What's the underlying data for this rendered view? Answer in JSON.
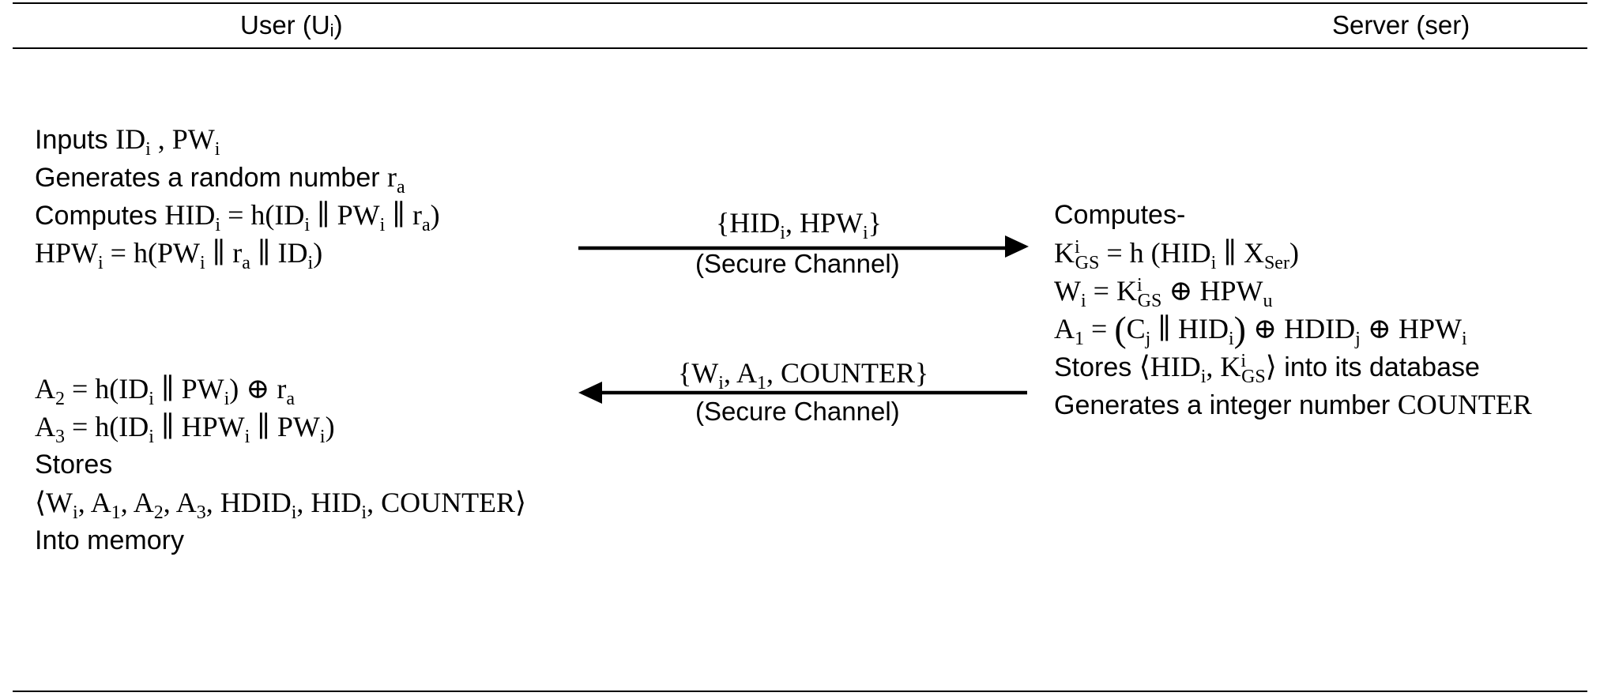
{
  "header": {
    "user_label": "User (U",
    "user_sub": "i",
    "user_close": ")",
    "server_label": "Server (ser)"
  },
  "user_block_1": {
    "l1_text": "Inputs ",
    "l1_m1": "ID",
    "l1_m1_sub": "i",
    "l1_sep": " , ",
    "l1_m2": "PW",
    "l1_m2_sub": "i",
    "l2_text": "Generates a random number ",
    "l2_m": "r",
    "l2_m_sub": "a",
    "l3_text": "Computes ",
    "l3_a": "HID",
    "l3_a_sub": "i",
    "l3_b": " = h(ID",
    "l3_b_sub": "i",
    "l3_c": " ∥ PW",
    "l3_c_sub": "i",
    "l3_d": " ∥  r",
    "l3_d_sub": "a",
    "l3_e": ")",
    "l4_a": "HPW",
    "l4_a_sub": "i",
    "l4_b": " = h(PW",
    "l4_b_sub": "i",
    "l4_c": " ∥  r",
    "l4_c_sub": "a",
    "l4_d": " ∥ ID",
    "l4_d_sub": "i",
    "l4_e": ")"
  },
  "user_block_2": {
    "l1_a": "A",
    "l1_a_sub": "2",
    "l1_b": " = h(ID",
    "l1_b_sub": "i",
    "l1_c": " ∥  PW",
    "l1_c_sub": "i",
    "l1_d": ") ⊕ r",
    "l1_d_sub": "a",
    "l2_a": "A",
    "l2_a_sub": "3",
    "l2_b": " = h(ID",
    "l2_b_sub": "i",
    "l2_c": " ∥  HPW",
    "l2_c_sub": "i",
    "l2_d": " ∥ PW",
    "l2_d_sub": "i",
    "l2_e": ")",
    "l3_text": "Stores",
    "l4_a": "⟨W",
    "l4_a_sub": "i",
    "l4_b": ", A",
    "l4_b_sub": "1",
    "l4_c": ", A",
    "l4_c_sub": "2",
    "l4_d": ", A",
    "l4_d_sub": "3",
    "l4_e": ", HDID",
    "l4_e_sub": "i",
    "l4_f": ", HID",
    "l4_f_sub": "i",
    "l4_g": ", COUNTER⟩",
    "l5_text": "Into memory"
  },
  "message_1": {
    "a": "{HID",
    "a_sub": "i",
    "b": ", HPW",
    "b_sub": "i",
    "c": "}",
    "channel": "(Secure Channel)"
  },
  "message_2": {
    "a": "{W",
    "a_sub": "i",
    "b": ", A",
    "b_sub": "1",
    "c": ", COUNTER}",
    "channel": "(Secure Channel)"
  },
  "server_block": {
    "l1_text": "Computes-",
    "l2_a": "K",
    "l2_a_sup": "i",
    "l2_a_sub": "GS",
    "l2_b": " = h (HID",
    "l2_b_sub": "i",
    "l2_c": "  ∥  X",
    "l2_c_sub": "Ser",
    "l2_d": ")",
    "l3_a": "W",
    "l3_a_sub": "i",
    "l3_b": " = K",
    "l3_b_sup": "i",
    "l3_b_sub": "GS",
    "l3_c": " ⊕ HPW",
    "l3_c_sub": "u",
    "l4_a": "A",
    "l4_a_sub": "1",
    "l4_b": " = ",
    "l4_paren_open": "(",
    "l4_c": "C",
    "l4_c_sub": "j",
    "l4_d": " ∥  HID",
    "l4_d_sub": "i",
    "l4_paren_close": ")",
    "l4_e": " ⊕ HDID",
    "l4_e_sub": "j",
    "l4_f": " ⊕ HPW",
    "l4_f_sub": "i",
    "l5_text1": "Stores ",
    "l5_a": "⟨HID",
    "l5_a_sub": "i",
    "l5_b": ", K",
    "l5_b_sup": "i",
    "l5_b_sub": "GS",
    "l5_c": "⟩",
    "l5_text2": " into its database",
    "l6_text": "Generates a integer number ",
    "l6_m": "COUNTER"
  }
}
